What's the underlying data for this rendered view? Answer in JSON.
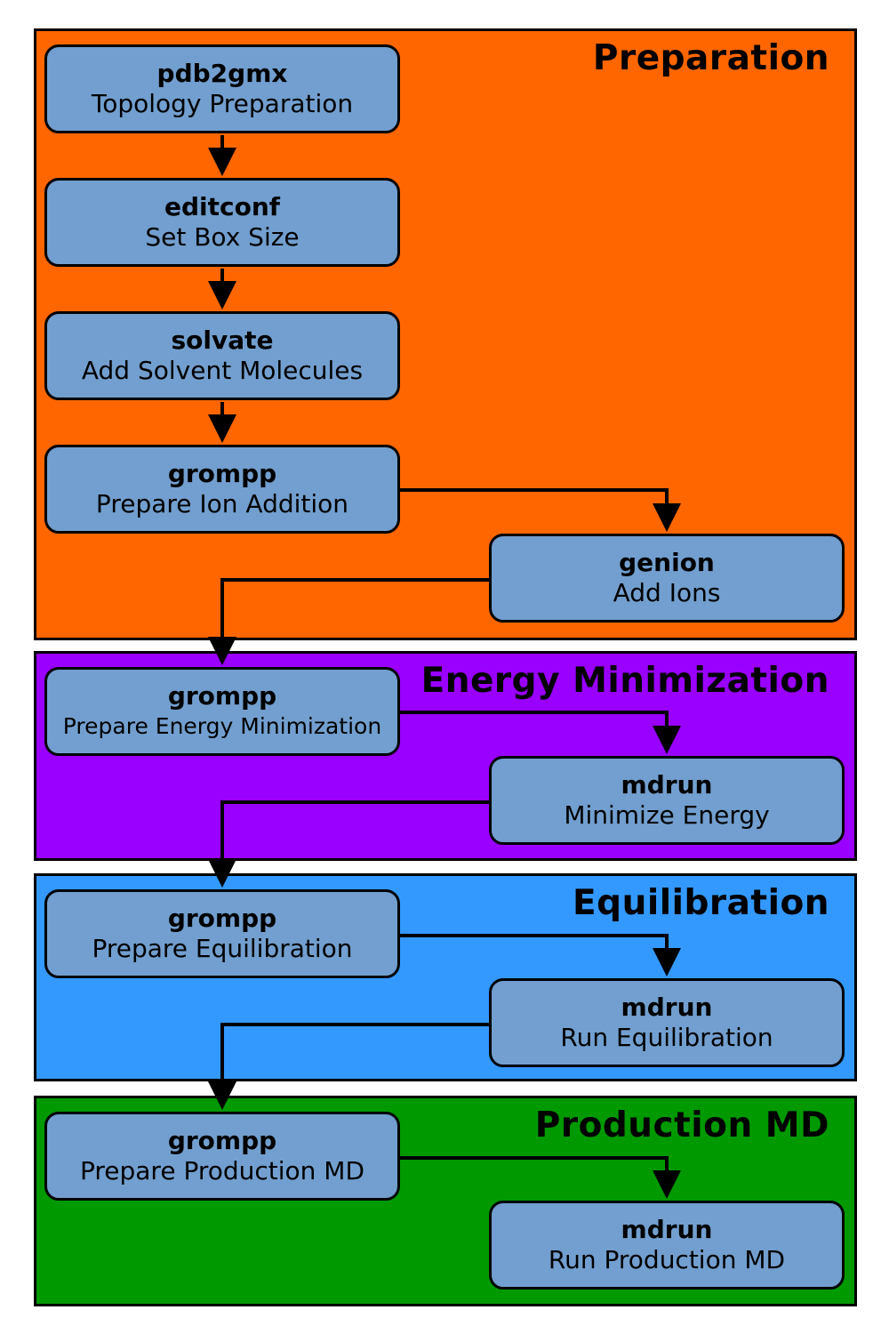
{
  "colors": {
    "preparation": "#ff6600",
    "energy_minimization": "#9900ff",
    "equilibration": "#3399ff",
    "production_md": "#009900",
    "node_fill": "#729fcf"
  },
  "sections": {
    "preparation": {
      "title": "Preparation"
    },
    "energy_minimization": {
      "title": "Energy Minimization"
    },
    "equilibration": {
      "title": "Equilibration"
    },
    "production_md": {
      "title": "Production MD"
    }
  },
  "nodes": {
    "pdb2gmx": {
      "cmd": "pdb2gmx",
      "desc": "Topology Preparation"
    },
    "editconf": {
      "cmd": "editconf",
      "desc": "Set Box Size"
    },
    "solvate": {
      "cmd": "solvate",
      "desc": "Add Solvent Molecules"
    },
    "grompp_ions": {
      "cmd": "grompp",
      "desc": "Prepare Ion Addition"
    },
    "genion": {
      "cmd": "genion",
      "desc": "Add Ions"
    },
    "grompp_em": {
      "cmd": "grompp",
      "desc": "Prepare Energy Minimization"
    },
    "mdrun_em": {
      "cmd": "mdrun",
      "desc": "Minimize Energy"
    },
    "grompp_eq": {
      "cmd": "grompp",
      "desc": "Prepare Equilibration"
    },
    "mdrun_eq": {
      "cmd": "mdrun",
      "desc": "Run Equilibration"
    },
    "grompp_md": {
      "cmd": "grompp",
      "desc": "Prepare Production MD"
    },
    "mdrun_md": {
      "cmd": "mdrun",
      "desc": "Run Production MD"
    }
  },
  "edges": [
    [
      "pdb2gmx",
      "editconf"
    ],
    [
      "editconf",
      "solvate"
    ],
    [
      "solvate",
      "grompp_ions"
    ],
    [
      "grompp_ions",
      "genion"
    ],
    [
      "genion",
      "grompp_em"
    ],
    [
      "grompp_em",
      "mdrun_em"
    ],
    [
      "mdrun_em",
      "grompp_eq"
    ],
    [
      "grompp_eq",
      "mdrun_eq"
    ],
    [
      "mdrun_eq",
      "grompp_md"
    ],
    [
      "grompp_md",
      "mdrun_md"
    ]
  ]
}
